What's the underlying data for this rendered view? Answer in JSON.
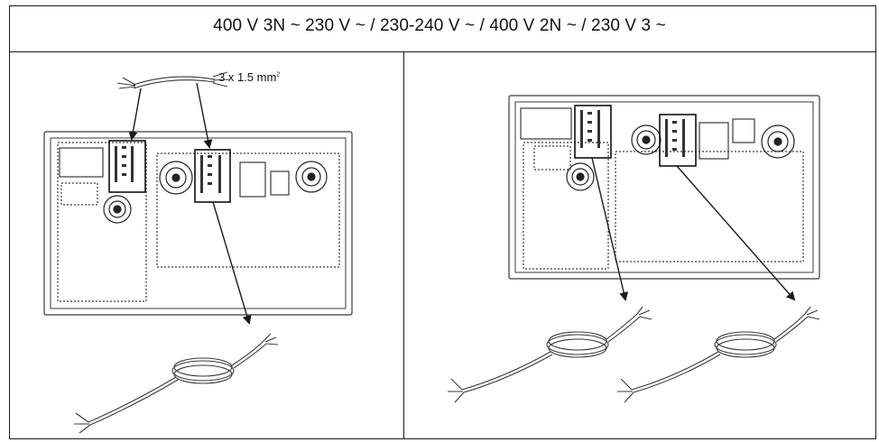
{
  "header": {
    "title": "400 V 3N ~ 230 V ~ / 230-240 V ~ / 400 V 2N ~ / 230 V 3 ~"
  },
  "left_panel": {
    "wire_label": "3 x 1.5 mm",
    "wire_label_superscript": "2"
  },
  "colors": {
    "line": "#1a1a1a",
    "drawing": "#3a3a3a"
  }
}
